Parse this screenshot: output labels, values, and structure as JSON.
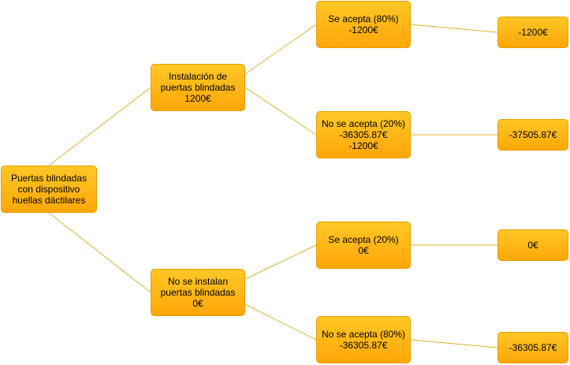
{
  "colors": {
    "node_fill_top": "#ffc726",
    "node_fill_bottom": "#ffa707",
    "node_border": "#e3a100",
    "edge": "#e0b030"
  },
  "nodes": {
    "root": [
      "Puertas blindadas",
      "con dispositivo",
      "huellas dáctilares"
    ],
    "install": [
      "Instalación de",
      "puertas blindadas",
      "1200€"
    ],
    "no_install": [
      "No se instalan",
      "puertas blindadas",
      "0€"
    ],
    "install_accept": [
      "Se acepta (80%)",
      "-1200€"
    ],
    "install_reject": [
      "No se acepta (20%)",
      "-36305.87€",
      "-1200€"
    ],
    "no_install_accept": [
      "Se acepta (20%)",
      "0€"
    ],
    "no_install_reject": [
      "No se acepta (80%)",
      "-36305.87€"
    ],
    "out_1": [
      "-1200€"
    ],
    "out_2": [
      "-37505.87€"
    ],
    "out_3": [
      "0€"
    ],
    "out_4": [
      "-36305.87€"
    ]
  }
}
